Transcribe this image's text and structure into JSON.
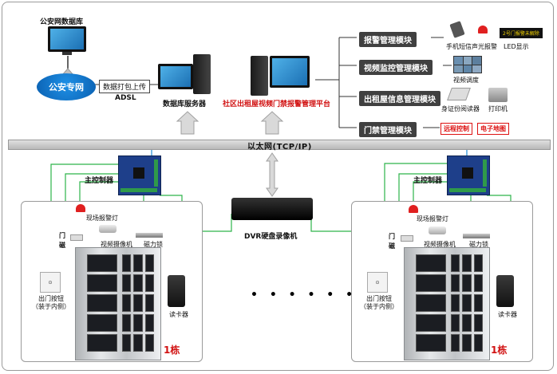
{
  "top": {
    "police_db_label": "公安网数据库",
    "police_net_label": "公安专网",
    "link_label": "数据打包上传",
    "adsl_label": "ADSL",
    "db_server_label": "数据库服务器",
    "platform_label": "社区出租屋视频门禁报警管理平台"
  },
  "modules": [
    {
      "label": "报警管理模块"
    },
    {
      "label": "视频监控管理模块"
    },
    {
      "label": "出租屋信息管理模块"
    },
    {
      "label": "门禁管理模块"
    }
  ],
  "module_details": {
    "sms_label": "手机短信",
    "alarm_label": "声光报警",
    "led_label": "LED显示",
    "led_text": "2号门报警未解除",
    "video_dispatch_label": "视频调度",
    "id_reader_label": "身证份阅读器",
    "printer_label": "打印机",
    "remote_control_label": "远程控制",
    "emap_label": "电子地图"
  },
  "network": {
    "ethernet_label": "以太网(TCP/IP)",
    "dvr_label": "DVR硬盘录像机",
    "dots": "• • • • • •"
  },
  "buildings": [
    {
      "controller_label": "主控制器",
      "alarm_light_label": "现场报警灯",
      "door_sensor_label": "门\n磁",
      "camera_label": "视频摄像机",
      "lock_label": "磁力锁",
      "exit_button_label": "出门按钮\n（装于内侧）",
      "reader_label": "读卡器",
      "building_label": "1栋"
    },
    {
      "controller_label": "主控制器",
      "alarm_light_label": "现场报警灯",
      "door_sensor_label": "门\n磁",
      "camera_label": "视频摄像机",
      "lock_label": "磁力锁",
      "exit_button_label": "出门按钮\n（装于内侧）",
      "reader_label": "读卡器",
      "building_label": "1栋"
    }
  ],
  "colors": {
    "wire_green": "#2db34a",
    "wire_blue": "#4aa3df",
    "module_bg": "#404040",
    "accent_red": "#d11111"
  }
}
